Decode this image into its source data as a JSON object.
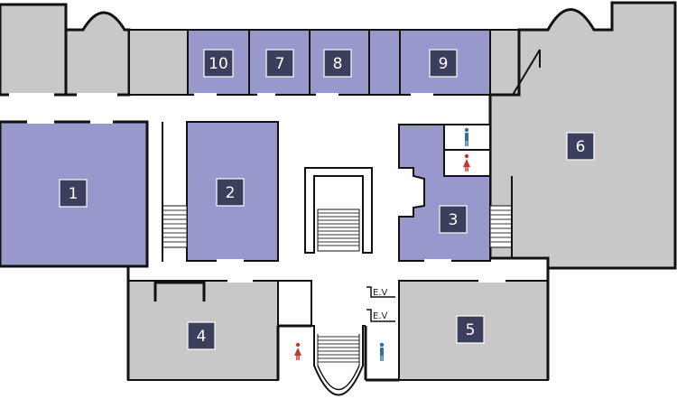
{
  "colors": {
    "room_gray": "#c8c8c8",
    "room_purple": "#9898cc",
    "wall": "#111111",
    "corridor": "#ffffff",
    "badge": "#3b3f5c",
    "icon_male": "#2f6fa6",
    "icon_female": "#c0392b"
  },
  "rooms": [
    {
      "number": "1"
    },
    {
      "number": "2"
    },
    {
      "number": "3"
    },
    {
      "number": "4"
    },
    {
      "number": "5"
    },
    {
      "number": "6"
    },
    {
      "number": "7"
    },
    {
      "number": "8"
    },
    {
      "number": "9"
    },
    {
      "number": "10"
    }
  ],
  "elevators": {
    "label_1": "E.V",
    "label_2": "E.V"
  },
  "icons": {
    "restroom_male": "male-restroom-icon",
    "restroom_female": "female-restroom-icon"
  }
}
